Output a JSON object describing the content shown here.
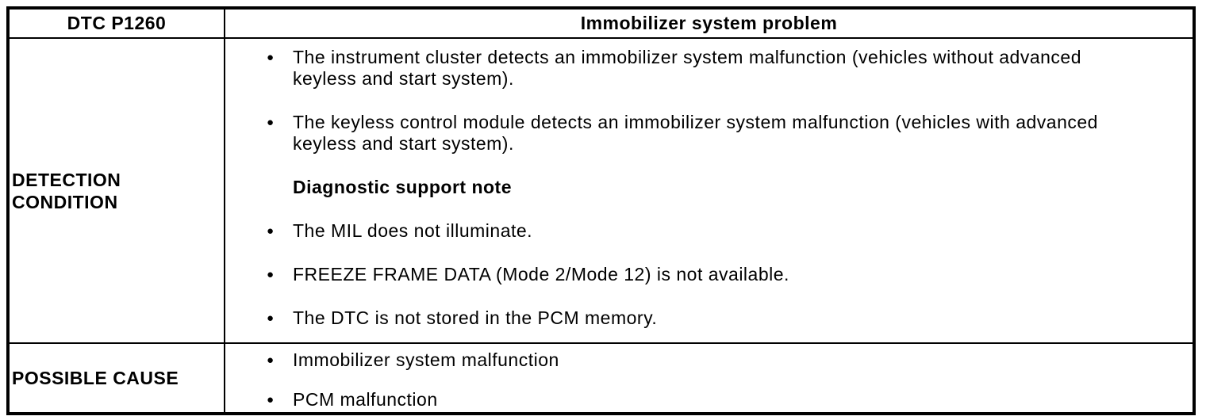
{
  "page": {
    "colors": {
      "background": "#ffffff",
      "border": "#000000",
      "text": "#000000"
    },
    "header": {
      "dtc_label": "DTC P1260",
      "problem_title": "Immobilizer system problem"
    },
    "detection": {
      "label": "DETECTION CONDITION",
      "bullet_glyph": "●",
      "items": [
        {
          "type": "bullet",
          "text": "The instrument cluster detects an immobilizer system malfunction (vehicles without advanced keyless and start system)."
        },
        {
          "type": "bullet",
          "text": "The keyless control module detects an immobilizer system malfunction (vehicles with advanced keyless and start system)."
        },
        {
          "type": "note",
          "text": "Diagnostic support note"
        },
        {
          "type": "bullet",
          "text": "The MIL does not illuminate."
        },
        {
          "type": "bullet",
          "text": "FREEZE FRAME DATA (Mode 2/Mode 12) is not available."
        },
        {
          "type": "bullet",
          "text": "The DTC is not stored in the PCM memory."
        }
      ]
    },
    "possible_cause": {
      "label": "POSSIBLE CAUSE",
      "items": [
        "Immobilizer system malfunction",
        "PCM malfunction"
      ]
    }
  }
}
